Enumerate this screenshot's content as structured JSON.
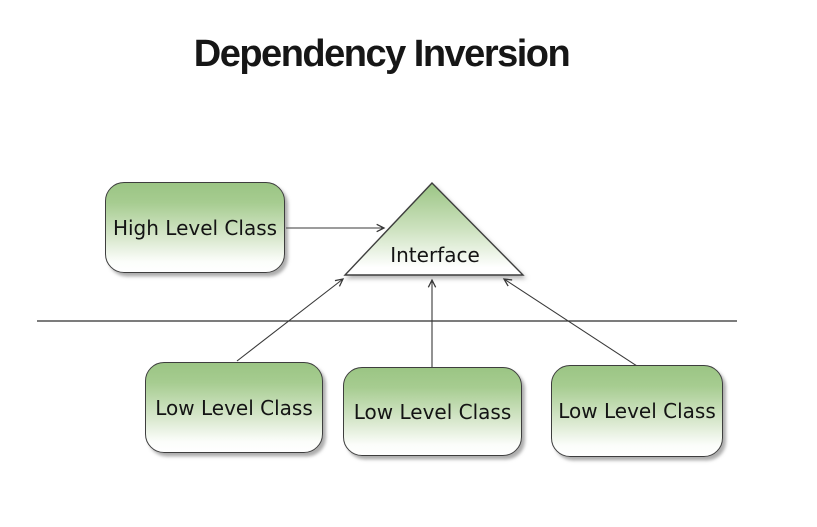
{
  "title": "Dependency Inversion",
  "diagram": {
    "nodes": {
      "high_level_class": {
        "label": "High Level Class",
        "shape": "rounded-box"
      },
      "interface": {
        "label": "Interface",
        "shape": "triangle"
      },
      "low_level_class_1": {
        "label": "Low Level Class",
        "shape": "rounded-box"
      },
      "low_level_class_2": {
        "label": "Low Level Class",
        "shape": "rounded-box"
      },
      "low_level_class_3": {
        "label": "Low Level Class",
        "shape": "rounded-box"
      }
    },
    "edges": [
      {
        "from": "high_level_class",
        "to": "interface",
        "style": "open-arrow"
      },
      {
        "from": "low_level_class_1",
        "to": "interface",
        "style": "open-arrow"
      },
      {
        "from": "low_level_class_2",
        "to": "interface",
        "style": "open-arrow"
      },
      {
        "from": "low_level_class_3",
        "to": "interface",
        "style": "open-arrow"
      }
    ],
    "colors": {
      "node_fill_top": "#9bc584",
      "node_fill_bottom": "#ffffff",
      "node_border": "#3e3e3e",
      "connector_line": "#383838",
      "separator_line": "#2e2e2e",
      "title_text": "#161616",
      "label_text": "#141414"
    }
  }
}
